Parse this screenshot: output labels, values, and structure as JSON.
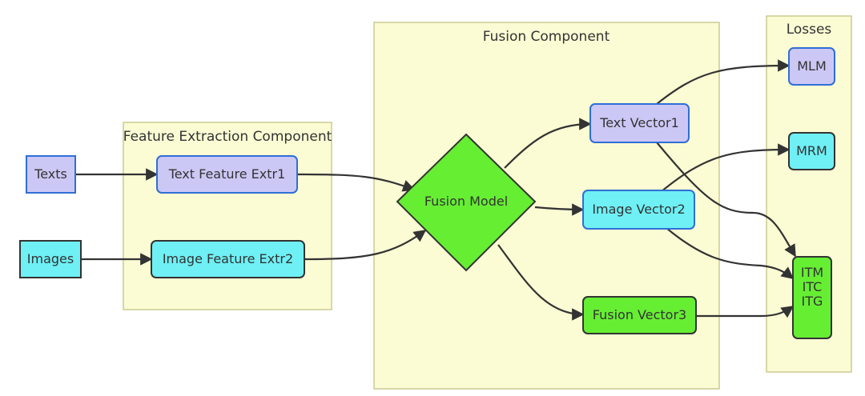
{
  "groups": {
    "feature_extraction": "Feature Extraction Component",
    "fusion": "Fusion Component",
    "losses": "Losses"
  },
  "nodes": {
    "texts": "Texts",
    "images": "Images",
    "text_feature_extr": "Text Feature Extr1",
    "image_feature_extr": "Image Feature Extr2",
    "fusion_model": "Fusion Model",
    "text_vector": "Text Vector1",
    "image_vector": "Image Vector2",
    "fusion_vector": "Fusion Vector3",
    "mlm": "MLM",
    "mrm": "MRM",
    "itm_itc_itg": [
      "ITM",
      "ITC",
      "ITG"
    ]
  },
  "colors": {
    "purple_fill": "#ccc8f5",
    "cyan_fill": "#6ef0f5",
    "green_fill": "#66ee33",
    "blue_stroke": "#2f6fd6",
    "dark_stroke": "#333333",
    "group_fill": "#fbfbd4",
    "group_stroke": "#c8c88a"
  }
}
